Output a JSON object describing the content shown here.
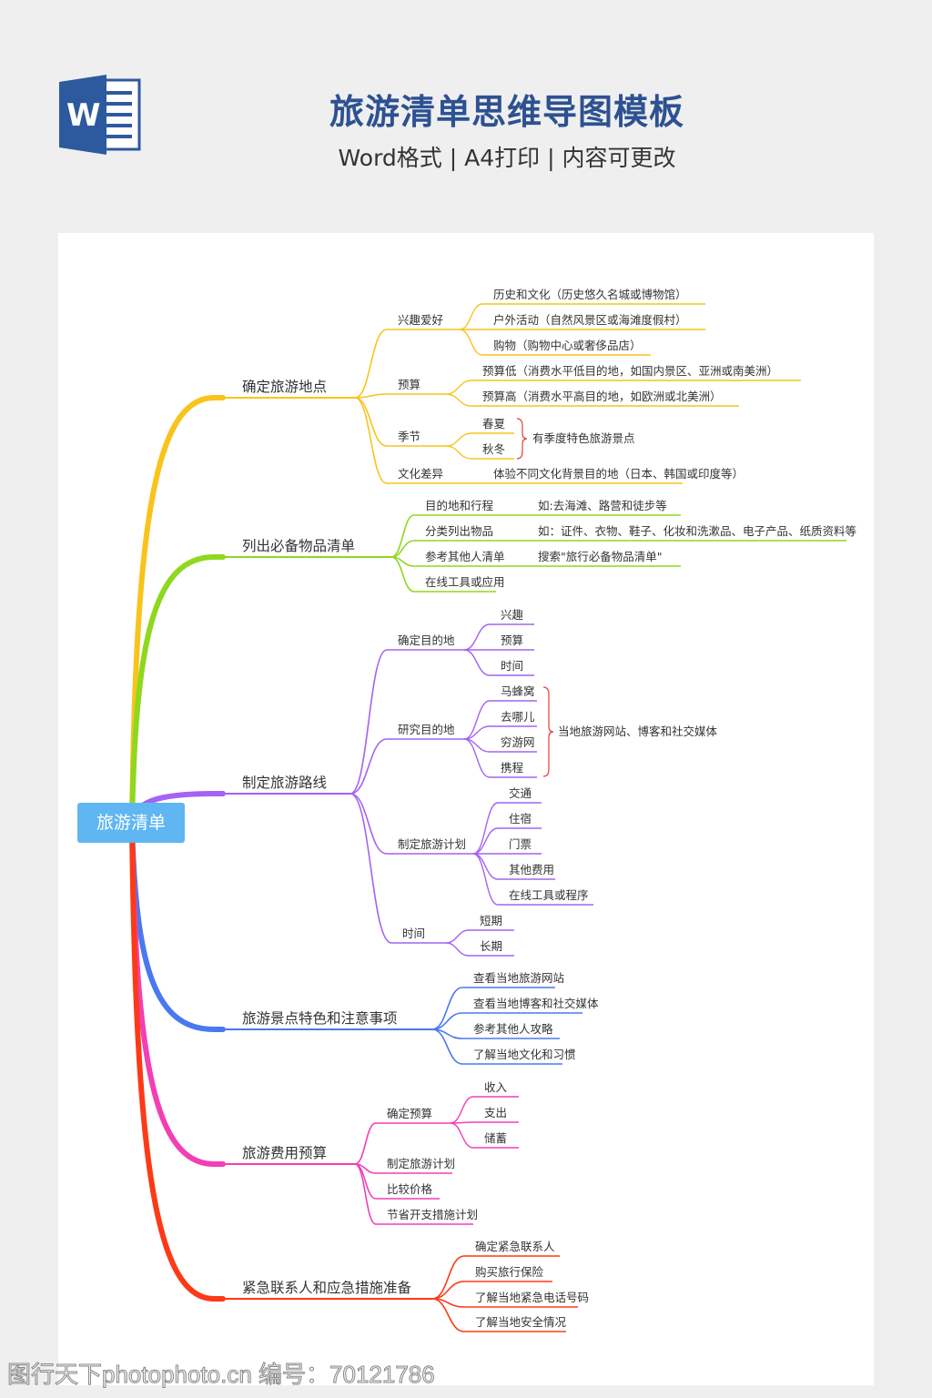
{
  "header": {
    "title": "旅游清单思维导图模板",
    "subtitle": "Word格式 | A4打印 | 内容可更改",
    "logo_letter": "W"
  },
  "watermark": "图行天下photophoto.cn 编号：70121786",
  "mindmap": {
    "root": "旅游清单",
    "colors": {
      "yellow": "#f9c31c",
      "green": "#8ed81e",
      "purple": "#a463f2",
      "blue": "#4a78ef",
      "pink": "#f23fb4",
      "red": "#fd3a17",
      "brace": "#e0403a"
    },
    "branches": [
      {
        "label": "确定旅游地点",
        "children": [
          {
            "label": "兴趣爱好",
            "children": [
              "历史和文化（历史悠久名城或博物馆）",
              "户外活动（自然风景区或海滩度假村）",
              "购物（购物中心或奢侈品店）"
            ]
          },
          {
            "label": "预算",
            "children": [
              "预算低（消费水平低目的地，如国内景区、亚洲或南美洲）",
              "预算高（消费水平高目的地，如欧洲或北美洲）"
            ]
          },
          {
            "label": "季节",
            "children": [
              "春夏",
              "秋冬"
            ],
            "note": "有季度特色旅游景点"
          },
          {
            "label": "文化差异",
            "detail": "体验不同文化背景目的地（日本、韩国或印度等）"
          }
        ]
      },
      {
        "label": "列出必备物品清单",
        "children": [
          {
            "label": "目的地和行程",
            "detail": "如:去海滩、路营和徒步等"
          },
          {
            "label": "分类列出物品",
            "detail": "如：证件、衣物、鞋子、化妆和洗漱品、电子产品、纸质资料等"
          },
          {
            "label": "参考其他人清单",
            "detail": "搜索\"旅行必备物品清单\""
          },
          {
            "label": "在线工具或应用"
          }
        ]
      },
      {
        "label": "制定旅游路线",
        "children": [
          {
            "label": "确定目的地",
            "children": [
              "兴趣",
              "预算",
              "时间"
            ]
          },
          {
            "label": "研究目的地",
            "children": [
              "马蜂窝",
              "去哪儿",
              "穷游网",
              "携程"
            ],
            "note": "当地旅游网站、博客和社交媒体"
          },
          {
            "label": "制定旅游计划",
            "children": [
              "交通",
              "住宿",
              "门票",
              "其他费用",
              "在线工具或程序"
            ]
          },
          {
            "label": "时间",
            "children": [
              "短期",
              "长期"
            ]
          }
        ]
      },
      {
        "label": "旅游景点特色和注意事项",
        "children": [
          {
            "label": "查看当地旅游网站"
          },
          {
            "label": "查看当地博客和社交媒体"
          },
          {
            "label": "参考其他人攻略"
          },
          {
            "label": "了解当地文化和习惯"
          }
        ]
      },
      {
        "label": "旅游费用预算",
        "children": [
          {
            "label": "确定预算",
            "children": [
              "收入",
              "支出",
              "储蓄"
            ]
          },
          {
            "label": "制定旅游计划"
          },
          {
            "label": "比较价格"
          },
          {
            "label": "节省开支措施计划"
          }
        ]
      },
      {
        "label": "紧急联系人和应急措施准备",
        "children": [
          {
            "label": "确定紧急联系人"
          },
          {
            "label": "购买旅行保险"
          },
          {
            "label": "了解当地紧急电话号码"
          },
          {
            "label": "了解当地安全情况"
          }
        ]
      }
    ]
  }
}
